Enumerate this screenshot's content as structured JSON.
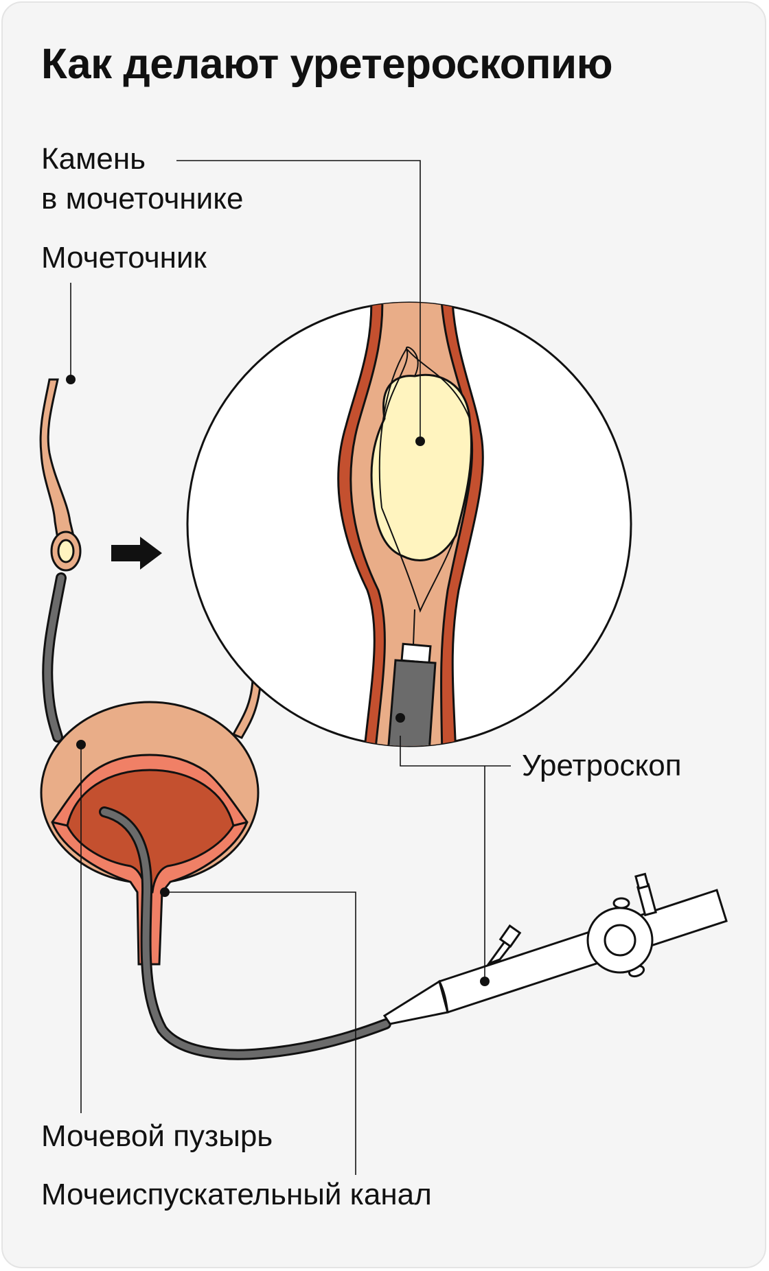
{
  "title": "Как делают уретероскопию",
  "labels": {
    "stone_line1": "Камень",
    "stone_line2": "в мочеточнике",
    "ureter": "Мочеточник",
    "ureteroscope": "Уретроскоп",
    "bladder": "Мочевой пузырь",
    "urethra": "Мочеиспускательный канал"
  },
  "colors": {
    "background": "#f5f5f5",
    "outline": "#111111",
    "tissue": "#e9ad88",
    "wall": "#c4502f",
    "bladder_inner": "#c4502f",
    "bladder_rim": "#f08066",
    "stone": "#fff4bf",
    "scope": "#6b6b6b",
    "scope_tip": "#ffffff"
  }
}
